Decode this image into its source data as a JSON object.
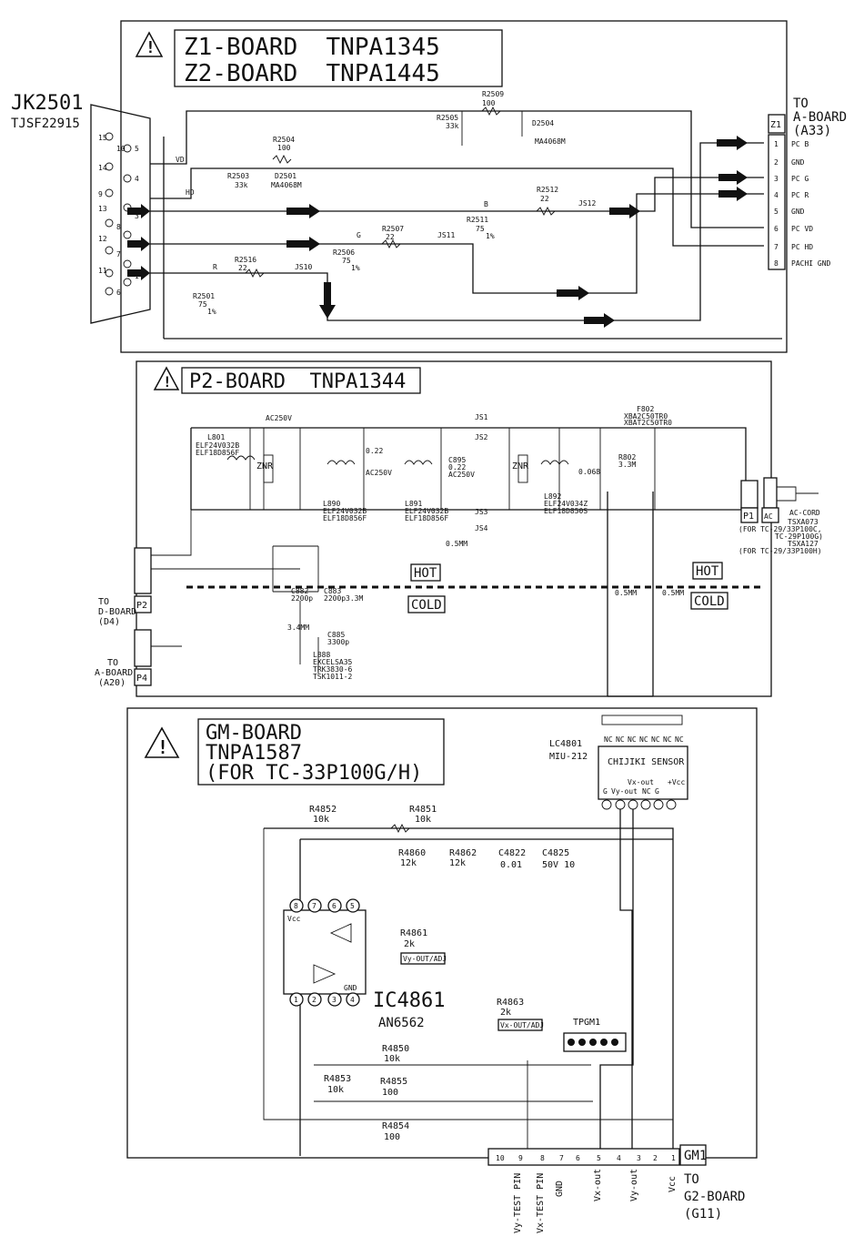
{
  "z1_board": {
    "title_line1": "Z1-BOARD  TNPA1345",
    "title_line2": "Z2-BOARD  TNPA1445",
    "connector_jk": "JK2501",
    "connector_jk_part": "TJSF22915",
    "to_label": "TO",
    "to_board": "A-BOARD",
    "to_board_ref": "(A33)",
    "conn_name": "Z1",
    "pins": [
      "PC B",
      "GND",
      "PC G",
      "PC R",
      "GND",
      "PC VD",
      "PC HD",
      "PACHI GND"
    ],
    "pin_numbers": [
      "1",
      "2",
      "3",
      "4",
      "5",
      "6",
      "7",
      "8"
    ],
    "jk_pins": [
      "15",
      "10",
      "5",
      "14",
      "4",
      "9",
      "13",
      "3",
      "8",
      "12",
      "2",
      "7",
      "11",
      "1",
      "6"
    ],
    "net_vd": "VD",
    "net_hd": "HD",
    "net_b": "B",
    "net_g": "G",
    "net_r": "R",
    "components": {
      "r2509": "R2509",
      "r2509_v": "100",
      "r2505": "R2505",
      "r2505_v": "33k",
      "d2504": "D2504",
      "d2504_v": "MA4068M",
      "r2504": "R2504",
      "r2504_v": "100",
      "r2503": "R2503",
      "r2503_v": "33k",
      "d2501": "D2501",
      "d2501_v": "MA4068M",
      "r2512": "R2512",
      "r2512_v": "22",
      "js12": "JS12",
      "r2511": "R2511",
      "r2511_v": "75",
      "r2511_t": "1%",
      "r2507": "R2507",
      "r2507_v": "22",
      "js11": "JS11",
      "r2506": "R2506",
      "r2506_v": "75",
      "r2506_t": "1%",
      "r2516": "R2516",
      "r2516_v": "22",
      "js10": "JS10",
      "r2501": "R2501",
      "r2501_v": "75",
      "r2501_t": "1%"
    }
  },
  "p2_board": {
    "title": "P2-BOARD  TNPA1344",
    "hot": "HOT",
    "cold": "COLD",
    "to_d": "TO",
    "to_d_board": "D-BOARD",
    "to_d_ref": "(D4)",
    "p2": "P2",
    "to_a": "TO",
    "to_a_board": "A-BOARD",
    "to_a_ref": "(A20)",
    "p4": "P4",
    "p1": "P1",
    "ac": "AC",
    "ac_cord": "AC-CORD",
    "cord_part1": "TSXA073",
    "cord_note1": "(FOR TC-29/33P100C,",
    "cord_note1b": "TC-29P100G)",
    "cord_part2": "TSXA127",
    "cord_note2": "(FOR TC-29/33P100H)",
    "fuse": "F802",
    "fuse_part": "XBA2C50TR0",
    "fuse_part2": "XBAT2C50TR0",
    "c_ac250v": "AC250V",
    "l801": "L801",
    "l801_p1": "ELF24V032B",
    "l801_p2": "ELF18D856F",
    "zna": "ZNR",
    "l890": "L890",
    "l890_p1": "ELF24V032B",
    "l890_p2": "ELF18D856F",
    "c_022": "0.22",
    "c_ac250v2": "AC250V",
    "l891": "L891",
    "l891_p1": "ELF24V032B",
    "l891_p2": "ELF18D856F",
    "c895": "C895",
    "c895_v": "0.22",
    "c895_r": "AC250V",
    "js1": "JS1",
    "js2": "JS2",
    "js3": "JS3",
    "js4": "JS4",
    "l892": "L892",
    "l892_p1": "ELF24V034Z",
    "l892_p2": "ELF18D850S",
    "c_068": "0.068",
    "r802": "R802",
    "r802_v": "3.3M",
    "c882": "C882",
    "c882_v": "2200p",
    "c883": "C883",
    "c883_v": "2200p",
    "m_33": "3.3M",
    "m_05": "0.5MM",
    "l888": "L888",
    "l888_p1": "EXCELSA35",
    "l888_p2": "TRK3830-6",
    "l888_p3": "TSK1011-2",
    "c885": "C885",
    "c885_v": "3300p",
    "m_34": "3.4MM",
    "m_05b": "0.5MM",
    "m_05c": "0.5MM"
  },
  "gm_board": {
    "title_line1": "GM-BOARD",
    "title_line2": "TNPA1587",
    "title_line3": "(FOR TC-33P100G/H)",
    "sensor_ref": "LC4801",
    "sensor_part": "MIU-212",
    "sensor_name": "CHIJIKI SENSOR",
    "sensor_top_pins": [
      "NC",
      "NC",
      "NC",
      "NC",
      "NC",
      "NC",
      "NC"
    ],
    "sensor_bot_pins": [
      "G",
      "Vy-out",
      "Vx-out",
      "NC",
      "G",
      "+Vcc"
    ],
    "ic": "IC4861",
    "ic_part": "AN6562",
    "ic_vcc": "Vcc",
    "ic_gnd": "GND",
    "r4852": "R4852",
    "r4852_v": "10k",
    "r4851": "R4851",
    "r4851_v": "10k",
    "r4860": "R4860",
    "r4860_v": "12k",
    "r4862": "R4862",
    "r4862_v": "12k",
    "c4822": "C4822",
    "c4822_v": "0.01",
    "c4825": "C4825",
    "c4825_v": "50V 10",
    "r4861": "R4861",
    "r4861_v": "2k",
    "vy_adj": "Vy-OUT/ADJ",
    "r4863": "R4863",
    "r4863_v": "2k",
    "vx_adj": "Vx-OUT/ADJ",
    "tp": "TPGM1",
    "r4850": "R4850",
    "r4850_v": "10k",
    "r4853": "R4853",
    "r4853_v": "10k",
    "r4855": "R4855",
    "r4855_v": "100",
    "r4854": "R4854",
    "r4854_v": "100",
    "conn": "GM1",
    "conn_pins": [
      "10",
      "9",
      "8",
      "7",
      "6",
      "5",
      "4",
      "3",
      "2",
      "1"
    ],
    "conn_signals": [
      "Vy-TEST PIN",
      "Vx-TEST PIN",
      "GND",
      "Vx-out",
      "Vy-out",
      "Vcc"
    ],
    "to_label": "TO",
    "to_board": "G2-BOARD",
    "to_ref": "(G11)"
  }
}
